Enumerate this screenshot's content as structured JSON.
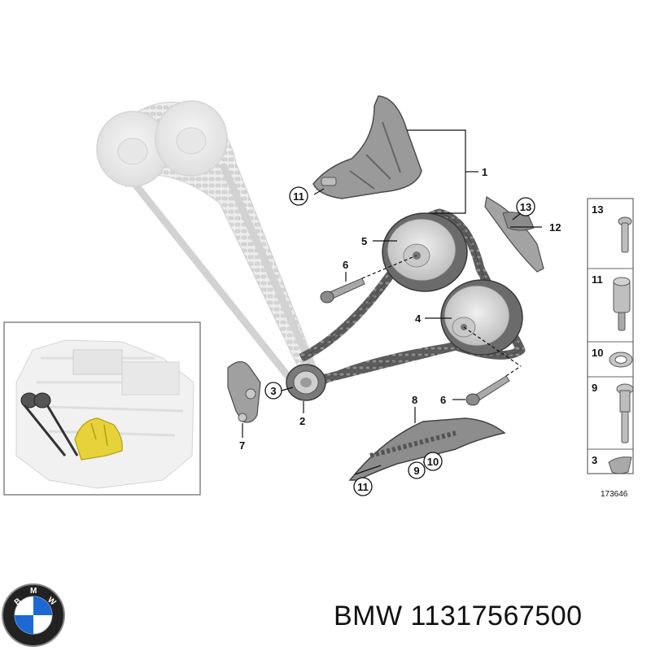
{
  "diagram": {
    "callouts": [
      "1",
      "2",
      "3",
      "4",
      "5",
      "6",
      "6",
      "7",
      "8",
      "9",
      "10",
      "11",
      "11",
      "12",
      "13"
    ],
    "side_panel": [
      "13",
      "11",
      "10",
      "9",
      "3"
    ],
    "reference": "173646"
  },
  "brand": {
    "logo_text": "BMW",
    "colors": {
      "blue": "#1c69d4",
      "ring": "#222222"
    }
  },
  "caption": "BMW 11317567500"
}
